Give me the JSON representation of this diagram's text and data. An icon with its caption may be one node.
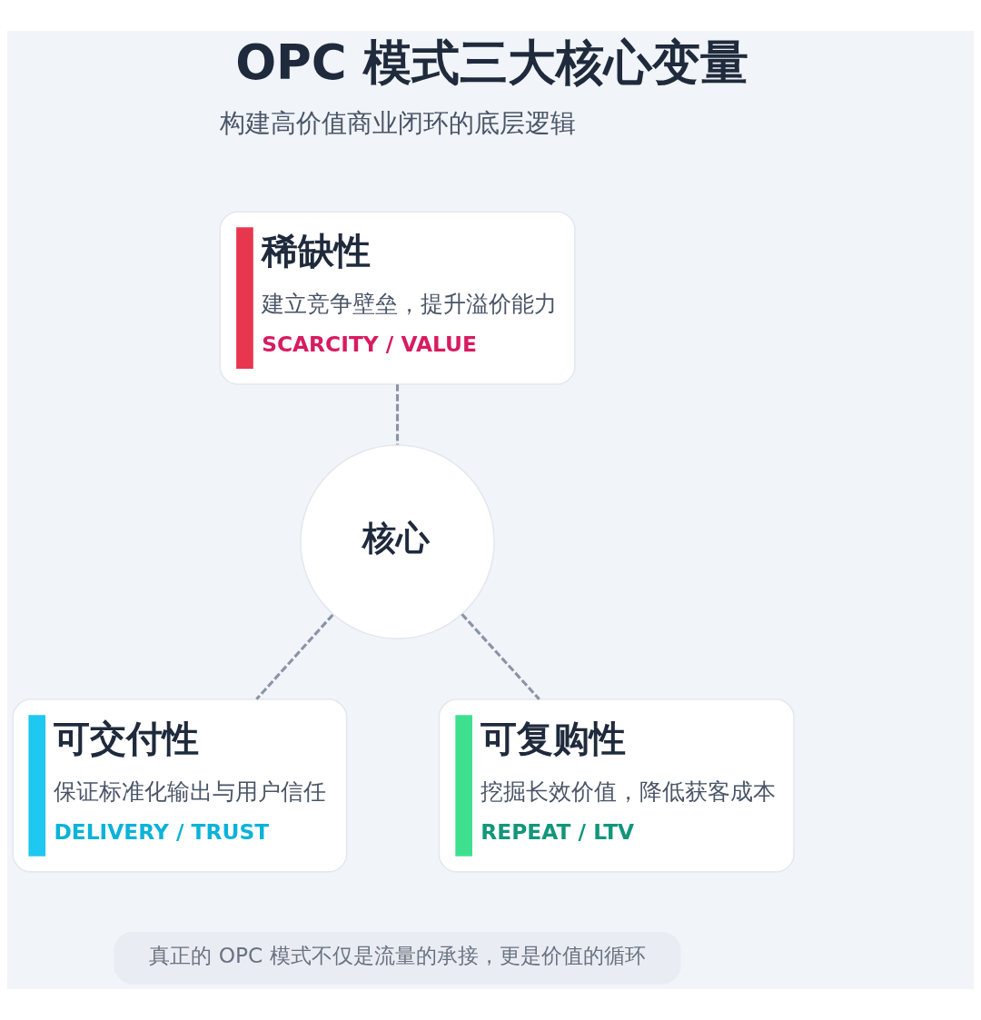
{
  "diagram": {
    "title": "OPC 模式三大核心变量",
    "nodes": [
      {
        "text": [
          "稀缺性",
          "建立竞争壁垒，提升溢价能力",
          "SCARCITY / VALUE"
        ]
      },
      {
        "text": [
          "核心"
        ]
      },
      {
        "text": [
          "可交付性",
          "保证标准化输出与用户信任",
          "DELIVERY / TRUST"
        ]
      },
      {
        "text": [
          "可复购性",
          "挖掘长效价值，降低获客成本",
          "REPEAT / LTV"
        ]
      }
    ],
    "edges": [
      {
        "from": 0,
        "to": 1,
        "arrow": "none",
        "style": "dashed"
      },
      {
        "from": 1,
        "to": 2,
        "arrow": "none",
        "style": "dashed"
      },
      {
        "from": 1,
        "to": 3,
        "arrow": "none",
        "style": "dashed"
      }
    ],
    "labels": [
      "构建高价值商业闭环的底层逻辑",
      "真正的 OPC 模式不仅是流量的承接，更是价值的循环"
    ]
  }
}
